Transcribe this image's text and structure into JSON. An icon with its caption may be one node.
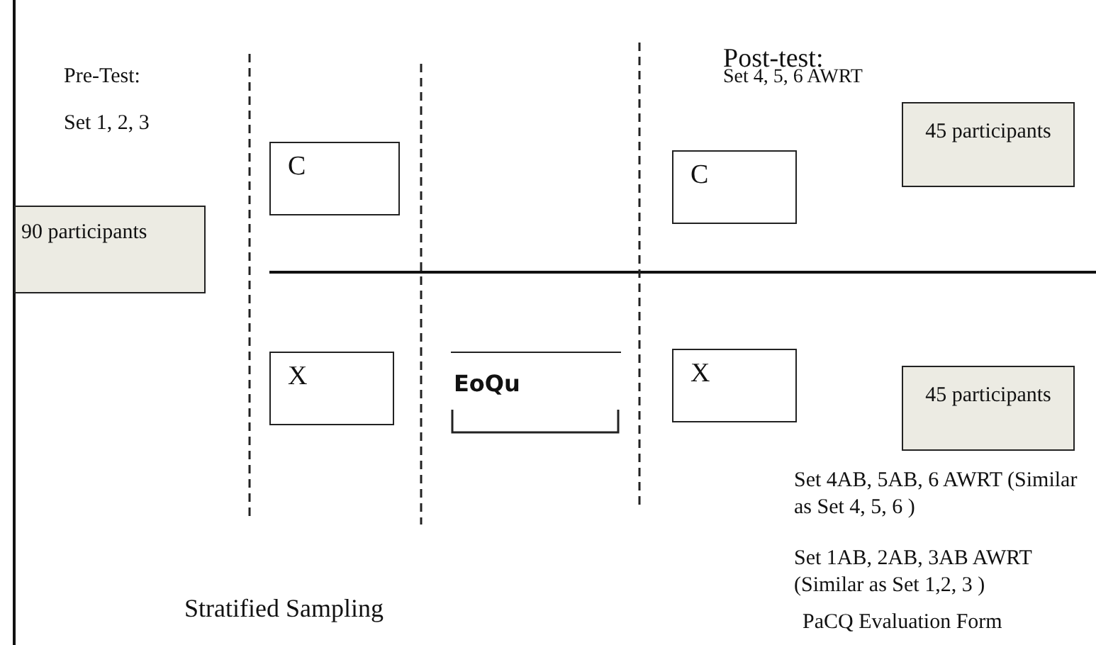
{
  "diagram": {
    "nodes": [
      {
        "text": [
          "90 participants"
        ]
      },
      {
        "text": [
          "C"
        ]
      },
      {
        "text": [
          "C"
        ]
      },
      {
        "text": [
          "45 participants"
        ]
      },
      {
        "text": [
          "X"
        ]
      },
      {
        "text": [
          "EoQu"
        ]
      },
      {
        "text": [
          "X"
        ]
      },
      {
        "text": [
          "45 participants"
        ]
      }
    ],
    "labels": [
      "Pre-Test:",
      "Set  1,  2,  3",
      "Post-test:",
      "Set 4, 5, 6 AWRT",
      "Set 4AB, 5AB, 6 AWRT (Similar as Set 4, 5, 6 )",
      "Set 1AB, 2AB, 3AB AWRT (Similar as Set 1,2, 3 )",
      "Stratified Sampling",
      "PaCQ Evaluation Form"
    ]
  }
}
